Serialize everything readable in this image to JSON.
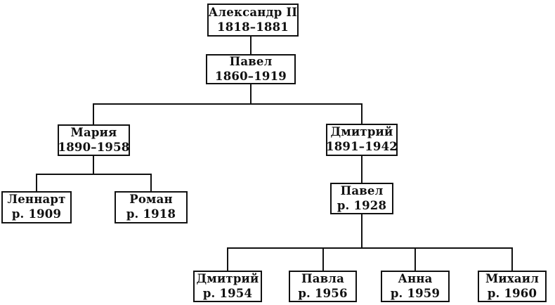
{
  "diagram": {
    "type": "family-tree",
    "nodes": [
      {
        "id": "alexander-ii",
        "name": "Александр II",
        "years": "1818–1881"
      },
      {
        "id": "pavel-1860",
        "name": "Павел",
        "years": "1860–1919"
      },
      {
        "id": "maria-1890",
        "name": "Мария",
        "years": "1890–1958"
      },
      {
        "id": "dmitry-1891",
        "name": "Дмитрий",
        "years": "1891–1942"
      },
      {
        "id": "lennart-1909",
        "name": "Леннарт",
        "years": "р. 1909"
      },
      {
        "id": "roman-1918",
        "name": "Роман",
        "years": "р. 1918"
      },
      {
        "id": "pavel-1928",
        "name": "Павел",
        "years": "р. 1928"
      },
      {
        "id": "dmitry-1954",
        "name": "Дмитрий",
        "years": "р. 1954"
      },
      {
        "id": "pavla-1956",
        "name": "Павла",
        "years": "р. 1956"
      },
      {
        "id": "anna-1959",
        "name": "Анна",
        "years": "р. 1959"
      },
      {
        "id": "mikhail-1960",
        "name": "Михаил",
        "years": "р. 1960"
      }
    ],
    "edges": [
      [
        "alexander-ii",
        "pavel-1860"
      ],
      [
        "pavel-1860",
        "maria-1890"
      ],
      [
        "pavel-1860",
        "dmitry-1891"
      ],
      [
        "maria-1890",
        "lennart-1909"
      ],
      [
        "maria-1890",
        "roman-1918"
      ],
      [
        "dmitry-1891",
        "pavel-1928"
      ],
      [
        "pavel-1928",
        "dmitry-1954"
      ],
      [
        "pavel-1928",
        "pavla-1956"
      ],
      [
        "pavel-1928",
        "anna-1959"
      ],
      [
        "pavel-1928",
        "mikhail-1960"
      ]
    ],
    "colors": {
      "line": "#111111",
      "box_border": "#111111",
      "box_background": "#ffffff",
      "text": "#111111",
      "background": "#ffffff"
    }
  }
}
